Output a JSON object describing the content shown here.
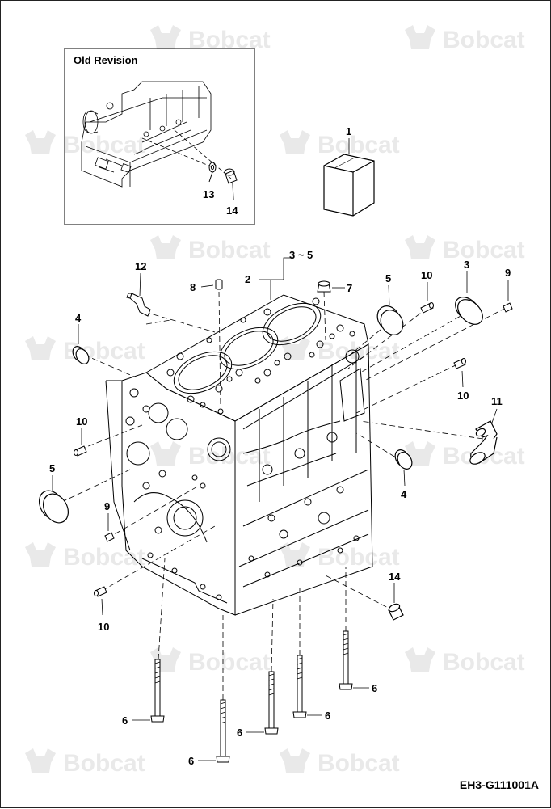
{
  "inset": {
    "title": "Old Revision"
  },
  "drawing_code": "EH3-G111001A",
  "watermark": {
    "text": "Bobcat",
    "color": "#e6e6e6"
  },
  "callouts": {
    "c1": "1",
    "c2": "2",
    "c3_5": "3 ~ 5",
    "c3": "3",
    "c4a": "4",
    "c4b": "4",
    "c5a": "5",
    "c5b": "5",
    "c6a": "6",
    "c6b": "6",
    "c6c": "6",
    "c6d": "6",
    "c6e": "6",
    "c7": "7",
    "c8": "8",
    "c9a": "9",
    "c9b": "9",
    "c10a": "10",
    "c10b": "10",
    "c10c": "10",
    "c10d": "10",
    "c11": "11",
    "c12": "12",
    "c13": "13",
    "c14a": "14",
    "c14b": "14"
  }
}
